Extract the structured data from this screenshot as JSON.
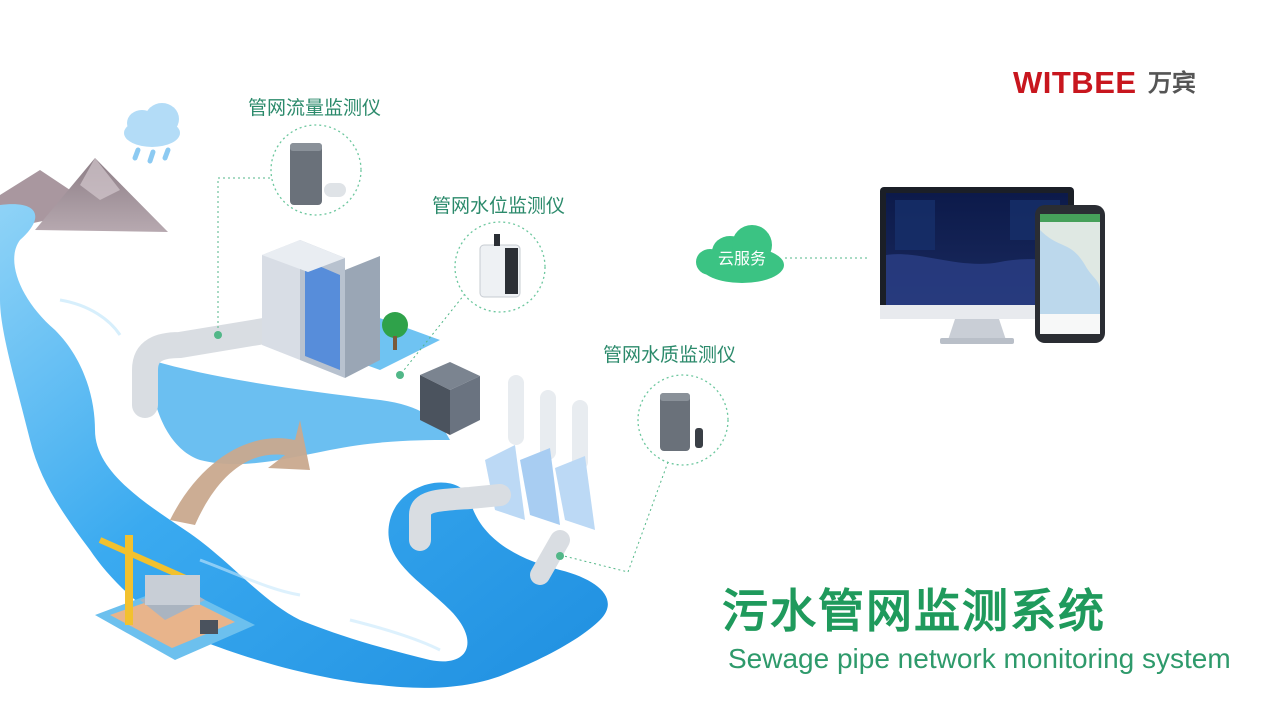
{
  "brand": {
    "latin": "WITBEE",
    "cjk": "万宾",
    "color": "#c8161e"
  },
  "devices": {
    "flow_meter": "管网流量监测仪",
    "level_meter": "管网水位监测仪",
    "quality_meter": "管网水质监测仪"
  },
  "cloud": {
    "label": "云服务",
    "color": "#3bc383"
  },
  "title": {
    "main": "污水管网监测系统",
    "sub": "Sewage pipe network monitoring system",
    "color": "#1f9a5c"
  },
  "colors": {
    "river": "#2a9fe8",
    "river_light": "#8fd3f7",
    "connector": "#52b788"
  }
}
